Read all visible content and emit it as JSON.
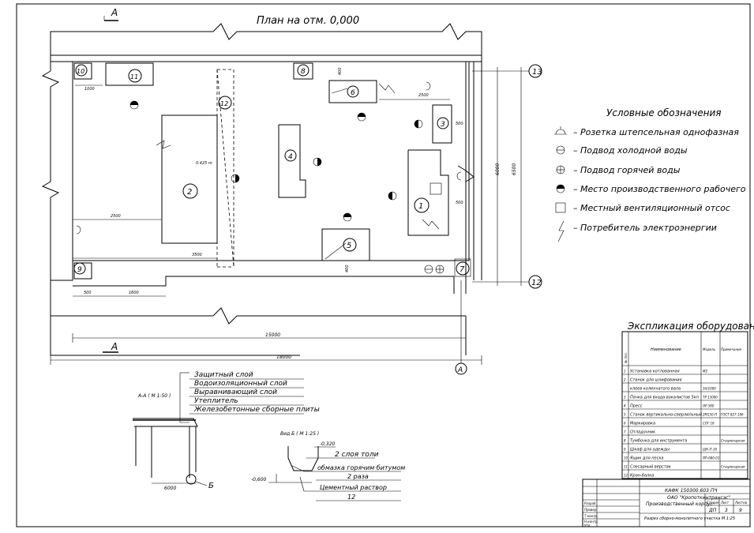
{
  "plan": {
    "title": "План на отм. 0,000",
    "section_mark": "А",
    "axis_top": "13",
    "axis_bottom": "12",
    "axis_a": "А",
    "dims": {
      "d1000": "1000",
      "d2500_top": "2500",
      "d500_a": "500",
      "d500_b": "500",
      "d6000": "6000",
      "d2500_left": "2500",
      "d3500": "3500",
      "d500_bottom": "500",
      "d1600": "1600",
      "d6500_v": "6500",
      "d15000": "15000",
      "d18000": "18000",
      "d400": "400",
      "d0425": "0.425 m"
    },
    "equipment_numbers": [
      "1",
      "2",
      "3",
      "4",
      "5",
      "6",
      "7",
      "8",
      "9",
      "10",
      "11",
      "12"
    ]
  },
  "legend": {
    "title": "Условные обозначения",
    "items": [
      "– Розетка штепсельная однофазная",
      "– Подвод холодной воды",
      "– Подвод горячей воды",
      "– Место производственного рабочего",
      "– Местный вентиляционный отсос",
      "– Потребитель электроэнергии"
    ]
  },
  "explication": {
    "title": "Экспликация оборудования",
    "headers": {
      "pos": "№ поз.",
      "name": "Наименование",
      "model": "Модель",
      "note": "Примечание"
    },
    "rows": [
      {
        "pos": "1",
        "name": "Установка котлованная",
        "model": "М2",
        "note": ""
      },
      {
        "pos": "2",
        "name": "Станок для шлифования",
        "model": "",
        "note": ""
      },
      {
        "pos": "",
        "name": "клеев коленчатого вала",
        "model": "3А/1000",
        "note": ""
      },
      {
        "pos": "3",
        "name": "Пачка для входа вокалистов 5кп",
        "model": "ТР 13000",
        "note": ""
      },
      {
        "pos": "4",
        "name": "Пресс",
        "model": "ОР 560",
        "note": ""
      },
      {
        "pos": "5",
        "name": "Станок вертикально-сверлильный",
        "model": "2М150-П",
        "note": "ГОСТ 827-196"
      },
      {
        "pos": "6",
        "name": "Маркировка",
        "model": "СОГ 18",
        "note": ""
      },
      {
        "pos": "7",
        "name": "Отладочник",
        "model": "",
        "note": ""
      },
      {
        "pos": "8",
        "name": "Тумбочка для инструмента",
        "model": "",
        "note": "Стационарная"
      },
      {
        "pos": "9",
        "name": "Шкаф для одежды",
        "model": "ШК-П-16",
        "note": ""
      },
      {
        "pos": "10",
        "name": "Ящик для песка",
        "model": "ЯП-680-01",
        "note": ""
      },
      {
        "pos": "11",
        "name": "Слесарный верстак",
        "model": "",
        "note": "Стационарная"
      },
      {
        "pos": "12",
        "name": "Кран-балка",
        "model": "",
        "note": ""
      }
    ]
  },
  "section_aa": {
    "title": "А-А ( М 1:50 )",
    "layers": [
      "Защитный слой",
      "Водоизоляционный слой",
      "Выравнивающий слой",
      "Утеплитель",
      "Железобетонные сборные плиты"
    ],
    "dim": "6000",
    "node": "Б"
  },
  "detail_b": {
    "title": "Вид Б ( М 1:25 )",
    "level_top": "-0,320",
    "level_bottom": "-0,600",
    "notes": [
      "2 слоя толи",
      "обмазка горячим битумом",
      "2 раза",
      "Цементный раствор",
      "12"
    ]
  },
  "title_block": {
    "code": "КАФК 150300.603 ПЧ",
    "org": "ОАО \"Кропоткинтрансэс\"",
    "object": "Производственный корпус",
    "stage_h": "Стадия",
    "sheet_h": "Лист",
    "sheets_h": "Листов",
    "stage": "ДП",
    "sheet": "3",
    "sheets": "9",
    "drawing": "Разрез сборно-монолитного участка М 1:25",
    "roles": [
      "Разраб.",
      "Провер.",
      "Т.контр.",
      "Н.контр.",
      "Утв."
    ]
  }
}
